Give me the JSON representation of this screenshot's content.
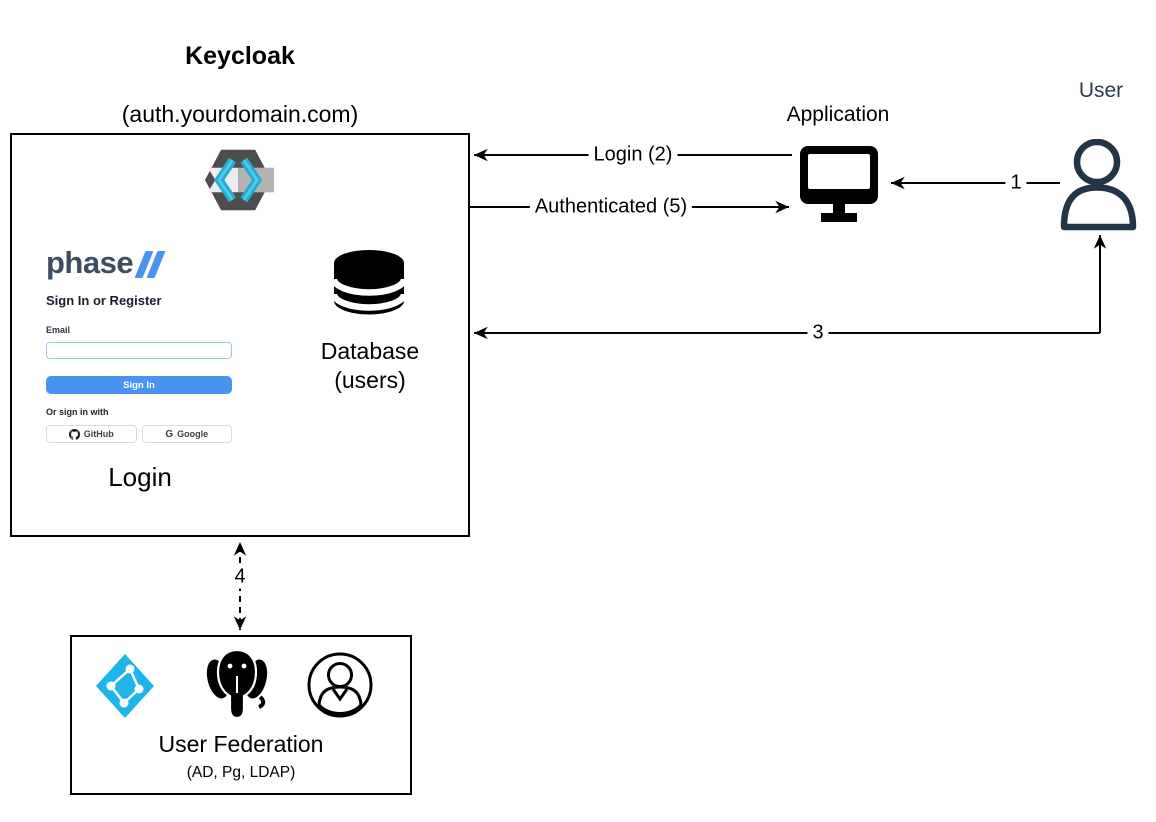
{
  "diagram": {
    "title": "Keycloak",
    "subtitle": "(auth.yourdomain.com)"
  },
  "keycloak_box": {
    "login_caption": "Login",
    "database_line1": "Database",
    "database_line2": "(users)"
  },
  "login_form": {
    "brand": "phase",
    "heading": "Sign In or Register",
    "email_label": "Email",
    "email_value": "",
    "sign_in_label": "Sign In",
    "divider_label": "Or sign in with",
    "github_label": "GitHub",
    "google_label": "Google",
    "google_glyph": "G"
  },
  "application": {
    "label": "Application"
  },
  "user": {
    "label": "User"
  },
  "federation": {
    "title": "User Federation",
    "subtitle": "(AD, Pg, LDAP)",
    "icons": [
      {
        "name": "azure-ad-icon"
      },
      {
        "name": "postgresql-icon"
      },
      {
        "name": "ldap-user-icon"
      }
    ]
  },
  "arrows": {
    "login_label": "Login (2)",
    "authenticated_label": "Authenticated (5)",
    "step1_label": "1",
    "step3_label": "3",
    "step4_label": "4"
  },
  "colors": {
    "accent_blue": "#4b93f3",
    "brand_dark": "#3d4e60",
    "user_icon": "#243447",
    "azure_cyan": "#1fb4ea",
    "keycloak_cyan": "#21aed6",
    "input_border": "#9dc0f8",
    "line_black": "#000000"
  }
}
